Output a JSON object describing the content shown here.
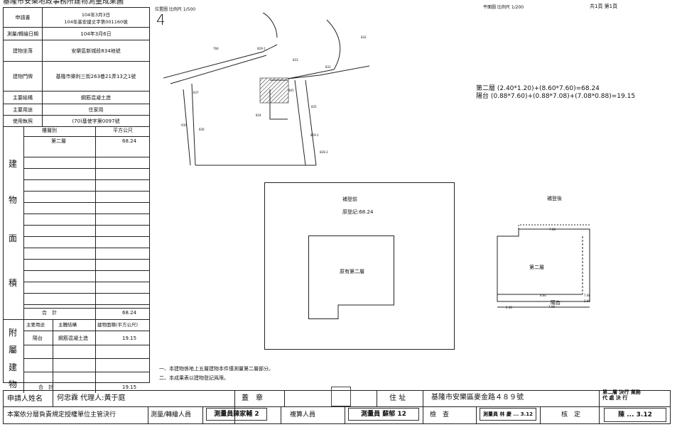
{
  "header": {
    "title": "基隆市安樂地政事務所建物測量成果圖",
    "site_plan_label": "位置圖 比例尺 1/500",
    "site_num": "4",
    "floor_plan_label": "平面圖 比例尺  1/200",
    "page_label": "共1頁 第1頁"
  },
  "info": [
    {
      "label": "申請書",
      "value": "104年3月3日\n104年基安建丈字第001160號"
    },
    {
      "label": "測量/轉繪日期",
      "value": "104年3月6日"
    },
    {
      "label": "建物坐落",
      "value": "安樂區新城段834地號"
    },
    {
      "label": "建物門牌",
      "value": "基隆市樂利三街263巷21弄13之1號"
    },
    {
      "label": "主要結構",
      "value": "鋼筋混凝土造"
    },
    {
      "label": "主要用途",
      "value": "住家用"
    },
    {
      "label": "使用執照",
      "value": "(70)基使字第0097號"
    }
  ],
  "area_table": {
    "section": "建物面積",
    "col_floor": "樓層別",
    "col_area": "平方公尺",
    "rows": [
      {
        "floor": "第二層",
        "area": "68.24"
      }
    ],
    "total_label": "合　計",
    "total": "68.24"
  },
  "annex_table": {
    "section": "附屬建物",
    "col_use": "主要用途",
    "col_struct": "主體結構",
    "col_area": "建物面積(平方公尺)",
    "rows": [
      {
        "use": "陽台",
        "struct": "鋼筋混凝土造",
        "area": "19.15"
      }
    ],
    "total_label": "合　計",
    "total": "19.15"
  },
  "formulas": [
    "第二層 (2.40*1.20)+(8.60*7.60)=68.24",
    "陽台 (0.88*7.60)+(0.88*7.08)+(7.08*0.88)=19.15"
  ],
  "before": {
    "title": "補登前",
    "registered": "原登記:68.24",
    "inner_label": "原有第二層"
  },
  "after": {
    "title": "補登後",
    "inner_label": "第二層",
    "balcony": "陽台",
    "dims": [
      "7.08",
      "7.08",
      "8.60",
      "7.08",
      "2.40",
      "3.60"
    ]
  },
  "notes": [
    "一、本建物係地上五層建物本件僅測量第二層部分。",
    "二、本成果表以建物登記爲限。"
  ],
  "parcels": [
    "766",
    "829-1",
    "832",
    "831",
    "833",
    "834",
    "805",
    "835",
    "837",
    "836",
    "930",
    "829-1",
    "828-2"
  ],
  "footer": {
    "applicant_label": "申請人姓名",
    "applicant": "何忠霖  代理人:黃于庭",
    "seal_label": "蓋　章",
    "address_label": "住 址",
    "address": "基隆市安樂區麥金路４８９號",
    "note_right": "第二層 決行 業務\n代  處  決  行",
    "authority": "本案依分層負責規定授權單位主管決行",
    "surveyor_label": "測量/轉繪人員",
    "surveyor_stamp": "測量員陳家輔 2",
    "reviewer_label": "複算人員",
    "reviewer_stamp": "測量員 蘇郁 12",
    "checker_label": "檢　查",
    "checker_stamp": "測量員 林 慶 ... 3.12",
    "approve_label": "核　定",
    "approve_stamp": "陳 ... 3.12"
  }
}
